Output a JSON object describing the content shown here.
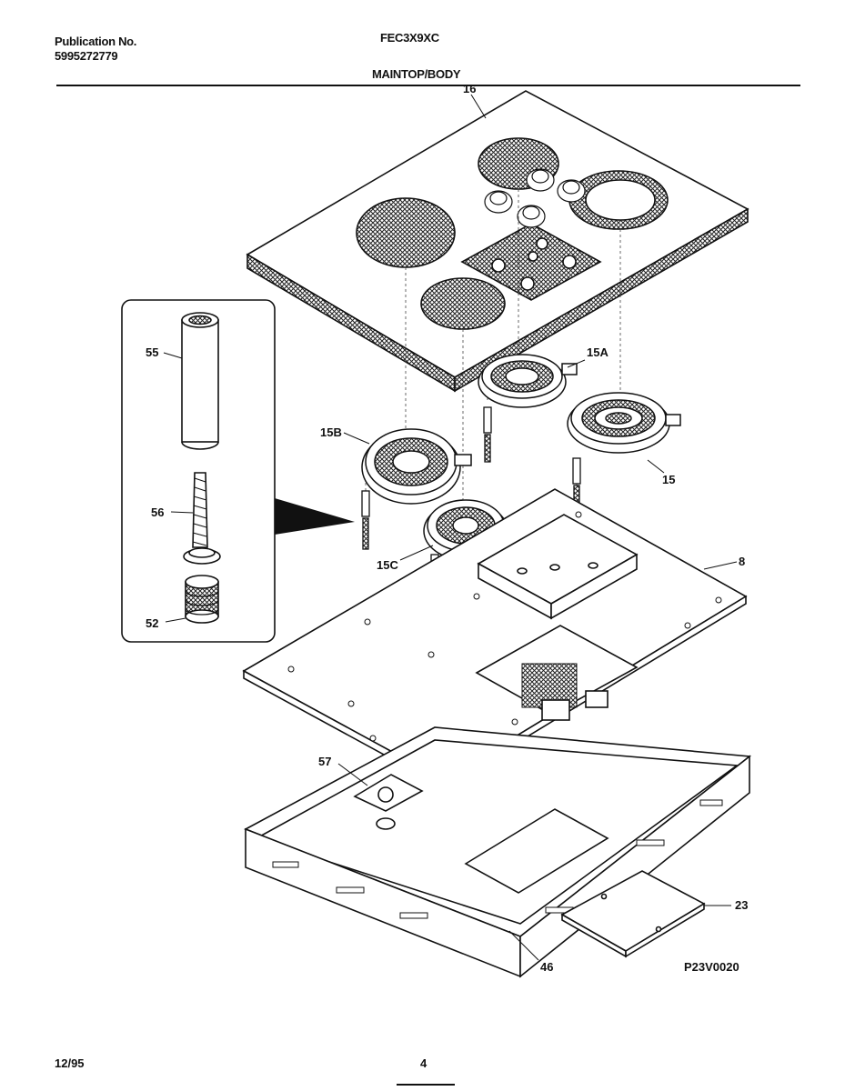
{
  "header": {
    "publication_label": "Publication No.",
    "publication_number": "5995272779",
    "model": "FEC3X9XC",
    "section": "MAINTOP/BODY"
  },
  "parts": {
    "p16": "16",
    "p15A": "15A",
    "p15": "15",
    "p15B": "15B",
    "p15C": "15C",
    "p8": "8",
    "p55": "55",
    "p56": "56",
    "p52": "52",
    "p57": "57",
    "p23": "23",
    "p46": "46"
  },
  "drawing_code": "P23V0020",
  "footer": {
    "date": "12/95",
    "page": "4"
  }
}
